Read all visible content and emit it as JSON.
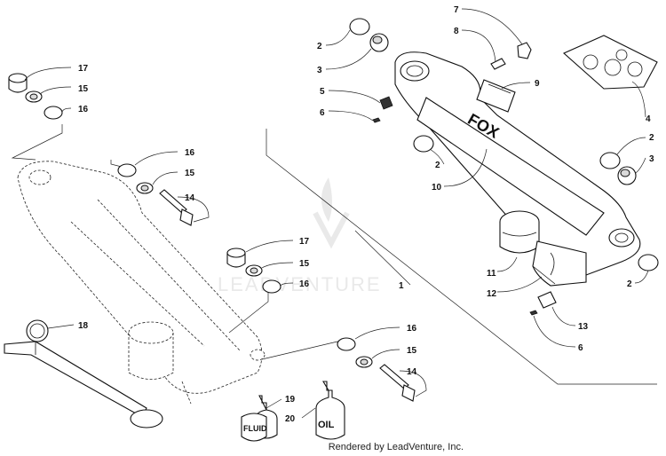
{
  "callouts": {
    "c1": "1",
    "c2a": "2",
    "c2b": "2",
    "c2c": "2",
    "c2d": "2",
    "c3a": "3",
    "c3b": "3",
    "c4": "4",
    "c5": "5",
    "c6a": "6",
    "c6b": "6",
    "c7": "7",
    "c8": "8",
    "c9": "9",
    "c10": "10",
    "c11": "11",
    "c12": "12",
    "c13": "13",
    "c14a": "14",
    "c14b": "14",
    "c15a": "15",
    "c15b": "15",
    "c15c": "15",
    "c15d": "15",
    "c16a": "16",
    "c16b": "16",
    "c16c": "16",
    "c16d": "16",
    "c17a": "17",
    "c17b": "17",
    "c18": "18",
    "c19": "19",
    "c20": "20"
  },
  "labels": {
    "shock_brand": "FOX",
    "fluid_bottle": "FLUID",
    "oil_bottle": "OIL"
  },
  "watermark": "LEADVENTURE",
  "credit": "Rendered by LeadVenture, Inc."
}
